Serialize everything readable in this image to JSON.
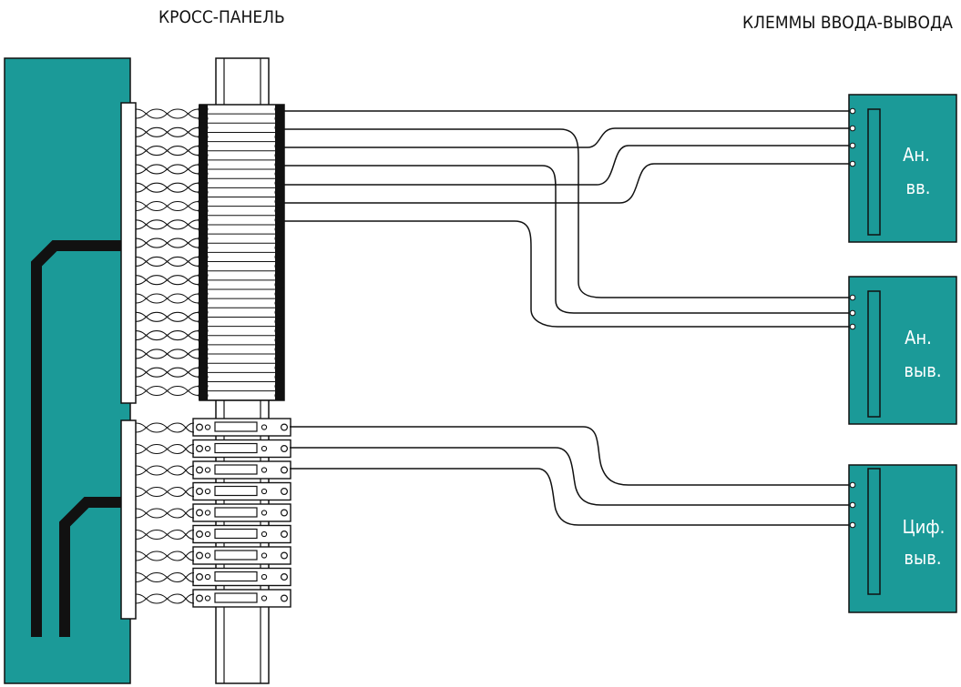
{
  "headers": {
    "cross_panel": "КРОСС-ПАНЕЛЬ",
    "io_terminals": "КЛЕММЫ ВВОДА-ВЫВОДА"
  },
  "modules": {
    "analog_in": {
      "line1": "Ан.",
      "line2": "вв."
    },
    "analog_out": {
      "line1": "Ан.",
      "line2": "выв."
    },
    "digital_out": {
      "line1": "Циф.",
      "line2": "выв."
    }
  },
  "colors": {
    "teal": "#1b9a98",
    "line": "#111111",
    "cable": "#111111",
    "panel": "#ffffff"
  }
}
